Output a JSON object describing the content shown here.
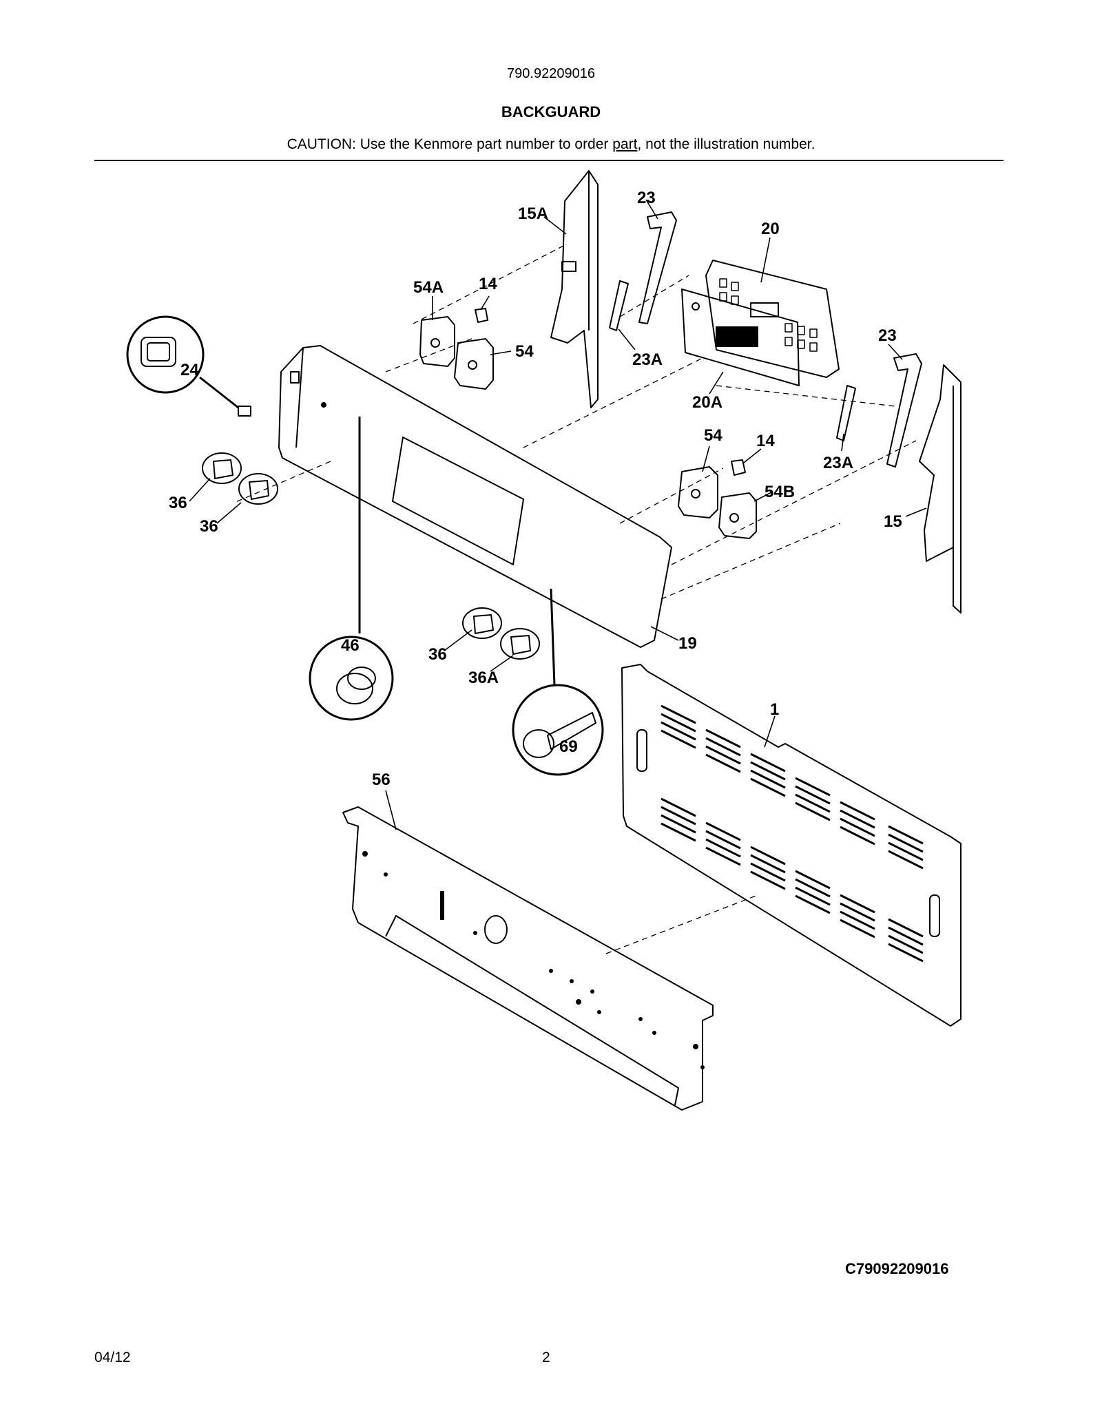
{
  "header": {
    "model_number": "790.92209016",
    "title": "BACKGUARD",
    "caution_prefix": "CAUTION: Use the Kenmore part number to order ",
    "caution_link": "part",
    "caution_suffix": ", not the illustration number."
  },
  "callouts": {
    "c15A": "15A",
    "c23a": "23",
    "c20": "20",
    "c54A": "54A",
    "c14a": "14",
    "c54a": "54",
    "c24": "24",
    "c23Aa": "23A",
    "c20A": "20A",
    "c23b": "23",
    "c54b": "54",
    "c14b": "14",
    "c54B": "54B",
    "c23Ab": "23A",
    "c15": "15",
    "c36a": "36",
    "c36b": "36",
    "c36c": "36",
    "c36A": "36A",
    "c46": "46",
    "c19": "19",
    "c1": "1",
    "c69": "69",
    "c56": "56"
  },
  "footer": {
    "diagram_code": "C79092209016",
    "date": "04/12",
    "page_number": "2"
  },
  "colors": {
    "line": "#000000",
    "background": "#ffffff"
  }
}
